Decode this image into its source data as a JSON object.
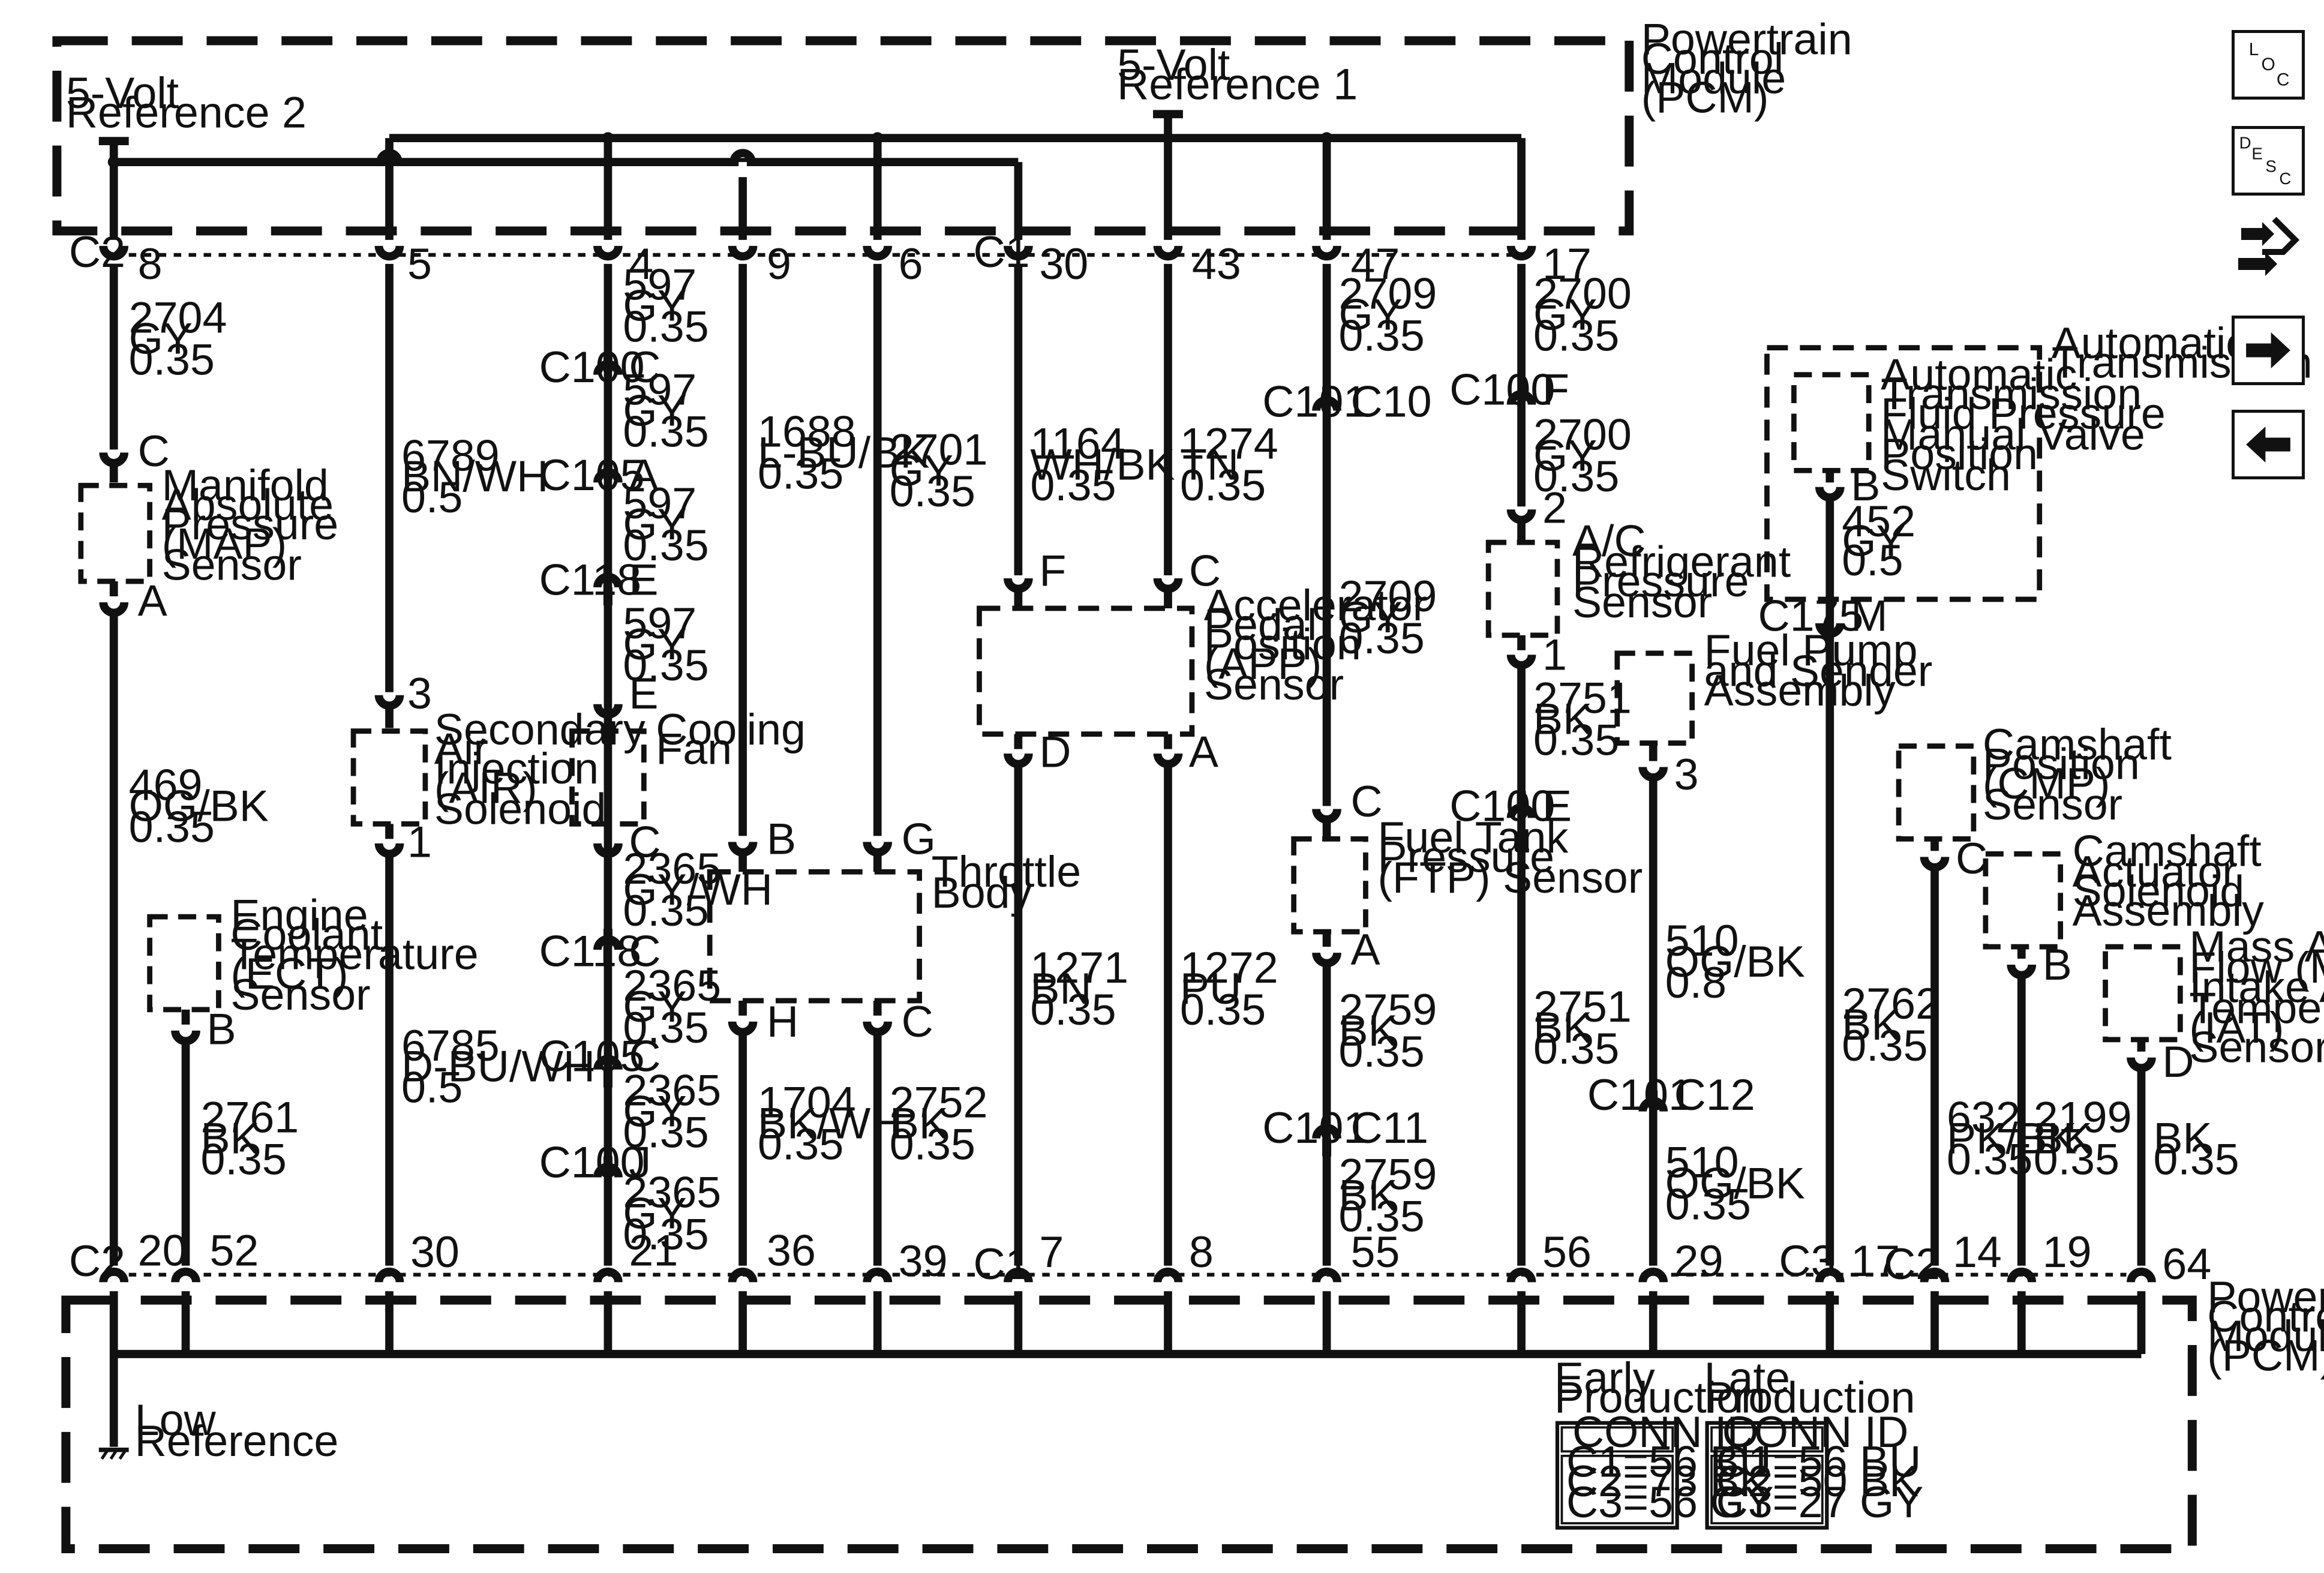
{
  "pcm_top_label": "Powertrain Control Module (PCM)",
  "pcm_bottom_label": "Powertrain Control Module (PCM)",
  "ref2_label": "5-Volt Reference 2",
  "ref1_label": "5-Volt Reference 1",
  "low_ref_label": "Low Reference",
  "top_pins": [
    {
      "conn": "C2",
      "pin": "8"
    },
    {
      "conn": "",
      "pin": "5"
    },
    {
      "conn": "",
      "pin": "4"
    },
    {
      "conn": "",
      "pin": "9"
    },
    {
      "conn": "",
      "pin": "6"
    },
    {
      "conn": "C1",
      "pin": "30"
    },
    {
      "conn": "",
      "pin": "43"
    },
    {
      "conn": "",
      "pin": "47"
    },
    {
      "conn": "",
      "pin": "17"
    }
  ],
  "bottom_pins": [
    {
      "conn": "C2",
      "pin": "20"
    },
    {
      "conn": "",
      "pin": "52"
    },
    {
      "conn": "",
      "pin": "30"
    },
    {
      "conn": "",
      "pin": "21"
    },
    {
      "conn": "",
      "pin": "36"
    },
    {
      "conn": "",
      "pin": "39"
    },
    {
      "conn": "C1",
      "pin": "7"
    },
    {
      "conn": "",
      "pin": "8"
    },
    {
      "conn": "",
      "pin": "55"
    },
    {
      "conn": "",
      "pin": "56"
    },
    {
      "conn": "",
      "pin": "29"
    },
    {
      "conn": "C3",
      "pin": "17"
    },
    {
      "conn": "C2",
      "pin": "14"
    },
    {
      "conn": "",
      "pin": "19"
    },
    {
      "conn": "",
      "pin": "64"
    }
  ],
  "components": [
    {
      "name": "Manifold Absolute Pressure (MAP) Sensor",
      "lines": [
        "Manifold",
        "Absolute",
        "Pressure",
        "(MAP)",
        "Sensor"
      ],
      "pins": [
        "C",
        "A"
      ]
    },
    {
      "name": "Engine Coolant Temperature (ECT) Sensor",
      "lines": [
        "Engine",
        "Coolant",
        "Temperature",
        "(ECT)",
        "Sensor"
      ],
      "pins": [
        "B"
      ]
    },
    {
      "name": "Secondary Air Injection (AIR) Solenoid",
      "lines": [
        "Secondary",
        "Air",
        "Injection",
        "(AIR)",
        "Solenoid"
      ],
      "pins": [
        "3",
        "1"
      ]
    },
    {
      "name": "Cooling Fan",
      "lines": [
        "Cooling",
        "Fan"
      ],
      "pins": [
        "E",
        "C"
      ]
    },
    {
      "name": "Throttle Body",
      "lines": [
        "Throttle",
        "Body"
      ],
      "pins": [
        "B",
        "G",
        "H",
        "C"
      ]
    },
    {
      "name": "Accelerator Pedal Position (APP) Sensor",
      "lines": [
        "Accelerator",
        "Pedal",
        "Position",
        "(APP)",
        "Sensor"
      ],
      "pins": [
        "F",
        "C",
        "D",
        "A"
      ]
    },
    {
      "name": "Fuel Tank Pressure (FTP) Sensor",
      "lines": [
        "Fuel Tank",
        "Pressure",
        "(FTP) Sensor"
      ],
      "pins": [
        "C",
        "A"
      ]
    },
    {
      "name": "A/C Refrigerant Pressure Sensor",
      "lines": [
        "A/C",
        "Refrigerant",
        "Pressure",
        "Sensor"
      ],
      "pins": [
        "2",
        "1"
      ]
    },
    {
      "name": "Fuel Pump and Sender Assembly",
      "lines": [
        "Fuel Pump",
        "and Sender",
        "Assembly"
      ],
      "pins": [
        "3"
      ]
    },
    {
      "name": "Automatic Transmission Fluid Pressure Manual Valve Position Switch",
      "lines": [
        "Automatic",
        "Transmission",
        "Fluid Pressure",
        "Manual Valve",
        "Position",
        "Switch"
      ],
      "pins": [
        "B"
      ]
    },
    {
      "name": "Automatic Transmission",
      "lines": [
        "Automatic",
        "Transmission"
      ],
      "pins": []
    },
    {
      "name": "Camshaft Position (CMP) Sensor",
      "lines": [
        "Camshaft",
        "Position",
        "(CMP)",
        "Sensor"
      ],
      "pins": [
        "C"
      ]
    },
    {
      "name": "Camshaft Actuator Solenoid Assembly",
      "lines": [
        "Camshaft",
        "Actuator",
        "Solenoid",
        "Assembly"
      ],
      "pins": [
        "B"
      ]
    },
    {
      "name": "Mass Air Flow (MAF)/ Intake Air Temperature (IAT) Sensor",
      "lines": [
        "Mass Air",
        "Flow (MAF)/",
        "Intake Air",
        "Temperature",
        "(IAT)",
        "Sensor"
      ],
      "pins": [
        "D"
      ]
    }
  ],
  "wires": [
    {
      "circuit": "2704",
      "color": "GY",
      "gauge": "0.35"
    },
    {
      "circuit": "469",
      "color": "OG/BK",
      "gauge": "0.35"
    },
    {
      "circuit": "2761",
      "color": "BK",
      "gauge": "0.35"
    },
    {
      "circuit": "6789",
      "color": "BN/WH",
      "gauge": "0.5"
    },
    {
      "circuit": "6785",
      "color": "D-BU/WH",
      "gauge": "0.5"
    },
    {
      "circuit": "597",
      "color": "GY",
      "gauge": "0.35"
    },
    {
      "circuit": "2365",
      "color": "GY/WH",
      "gauge": "0.35"
    },
    {
      "circuit": "2365",
      "color": "GY",
      "gauge": "0.35"
    },
    {
      "circuit": "1688",
      "color": "L-BU/BK",
      "gauge": "0.35"
    },
    {
      "circuit": "1704",
      "color": "BK/WH",
      "gauge": "0.35"
    },
    {
      "circuit": "2701",
      "color": "GY",
      "gauge": "0.35"
    },
    {
      "circuit": "2752",
      "color": "BK",
      "gauge": "0.35"
    },
    {
      "circuit": "1164",
      "color": "WH/BK",
      "gauge": "0.35"
    },
    {
      "circuit": "1271",
      "color": "BN",
      "gauge": "0.35"
    },
    {
      "circuit": "1274",
      "color": "TN",
      "gauge": "0.35"
    },
    {
      "circuit": "1272",
      "color": "PU",
      "gauge": "0.35"
    },
    {
      "circuit": "2709",
      "color": "GY",
      "gauge": "0.35"
    },
    {
      "circuit": "2759",
      "color": "BK",
      "gauge": "0.35"
    },
    {
      "circuit": "2700",
      "color": "GY",
      "gauge": "0.35"
    },
    {
      "circuit": "2751",
      "color": "BK",
      "gauge": "0.35"
    },
    {
      "circuit": "510",
      "color": "OG/BK",
      "gauge": "0.8"
    },
    {
      "circuit": "510",
      "color": "OG/BK",
      "gauge": "0.35"
    },
    {
      "circuit": "452",
      "color": "GY",
      "gauge": "0.5"
    },
    {
      "circuit": "2762",
      "color": "BK",
      "gauge": "0.35"
    },
    {
      "circuit": "632",
      "color": "PK/BK",
      "gauge": "0.35"
    },
    {
      "circuit": "2199",
      "color": "BK",
      "gauge": "0.35"
    },
    {
      "circuit": "",
      "color": "BK",
      "gauge": "0.35"
    }
  ],
  "inline_connectors": [
    "C100",
    "C105",
    "C118",
    "C101",
    "C175"
  ],
  "conn_id_tables": [
    {
      "title": "Early Production",
      "header": "CONN ID",
      "rows": [
        "C1=56 BU",
        "C2=73 BK",
        "C3=56 GY"
      ]
    },
    {
      "title": "Late Production",
      "header": "CONN ID",
      "rows": [
        "C1=56 BU",
        "C2=50 BK",
        "C3=27 GY"
      ]
    }
  ],
  "nav_buttons": [
    {
      "label": "LOC",
      "icon": "loc-icon"
    },
    {
      "label": "DESC",
      "icon": "desc-icon"
    },
    {
      "label": "",
      "icon": "connector-icon"
    },
    {
      "label": "",
      "icon": "arrow-right-icon"
    },
    {
      "label": "",
      "icon": "arrow-left-icon"
    }
  ]
}
